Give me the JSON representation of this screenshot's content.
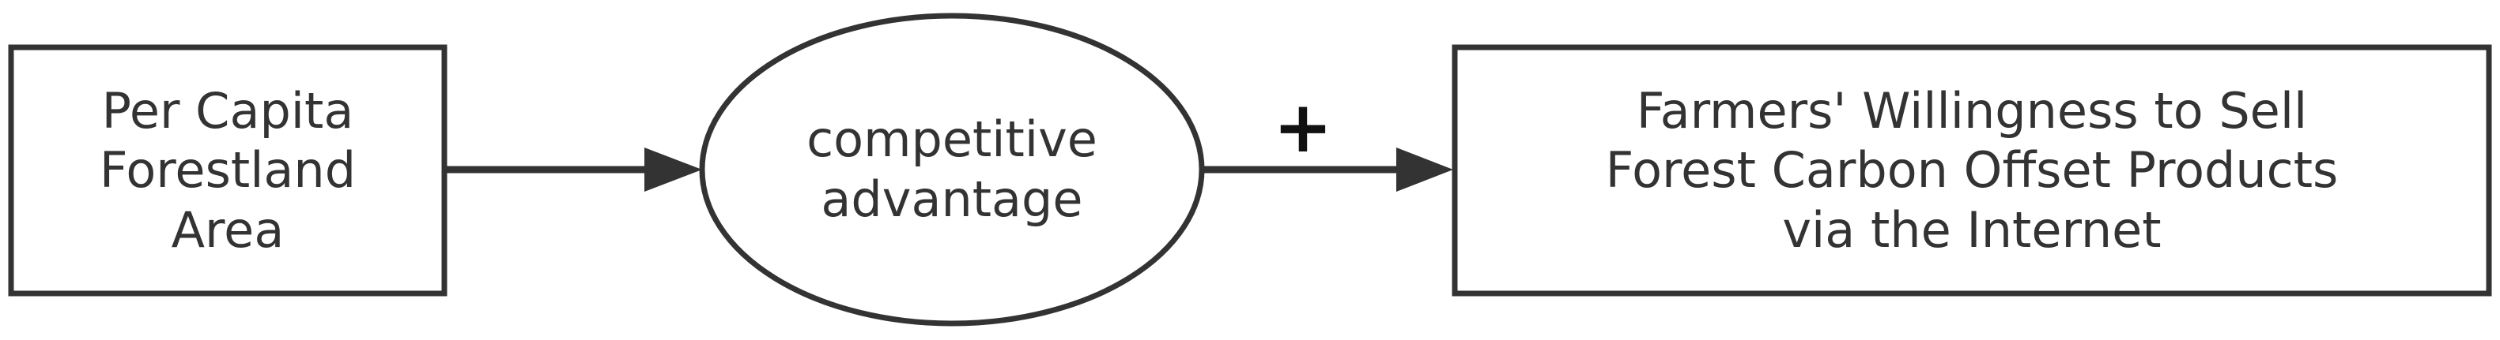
{
  "diagram": {
    "nodes": {
      "per_capita_forestland": {
        "shape": "rectangle",
        "label": "Per Capita\nForestland\nArea"
      },
      "competitive_advantage": {
        "shape": "ellipse",
        "label": "competitive\nadvantage"
      },
      "willingness_to_sell": {
        "shape": "rectangle",
        "label": "Farmers' Willingness to Sell\nForest Carbon Offset Products\nvia the Internet"
      }
    },
    "edges": [
      {
        "from": "per_capita_forestland",
        "to": "competitive_advantage",
        "sign": ""
      },
      {
        "from": "competitive_advantage",
        "to": "willingness_to_sell",
        "sign": "+"
      }
    ]
  },
  "colors": {
    "stroke": "#333333",
    "text": "#333333",
    "background": "#ffffff"
  }
}
